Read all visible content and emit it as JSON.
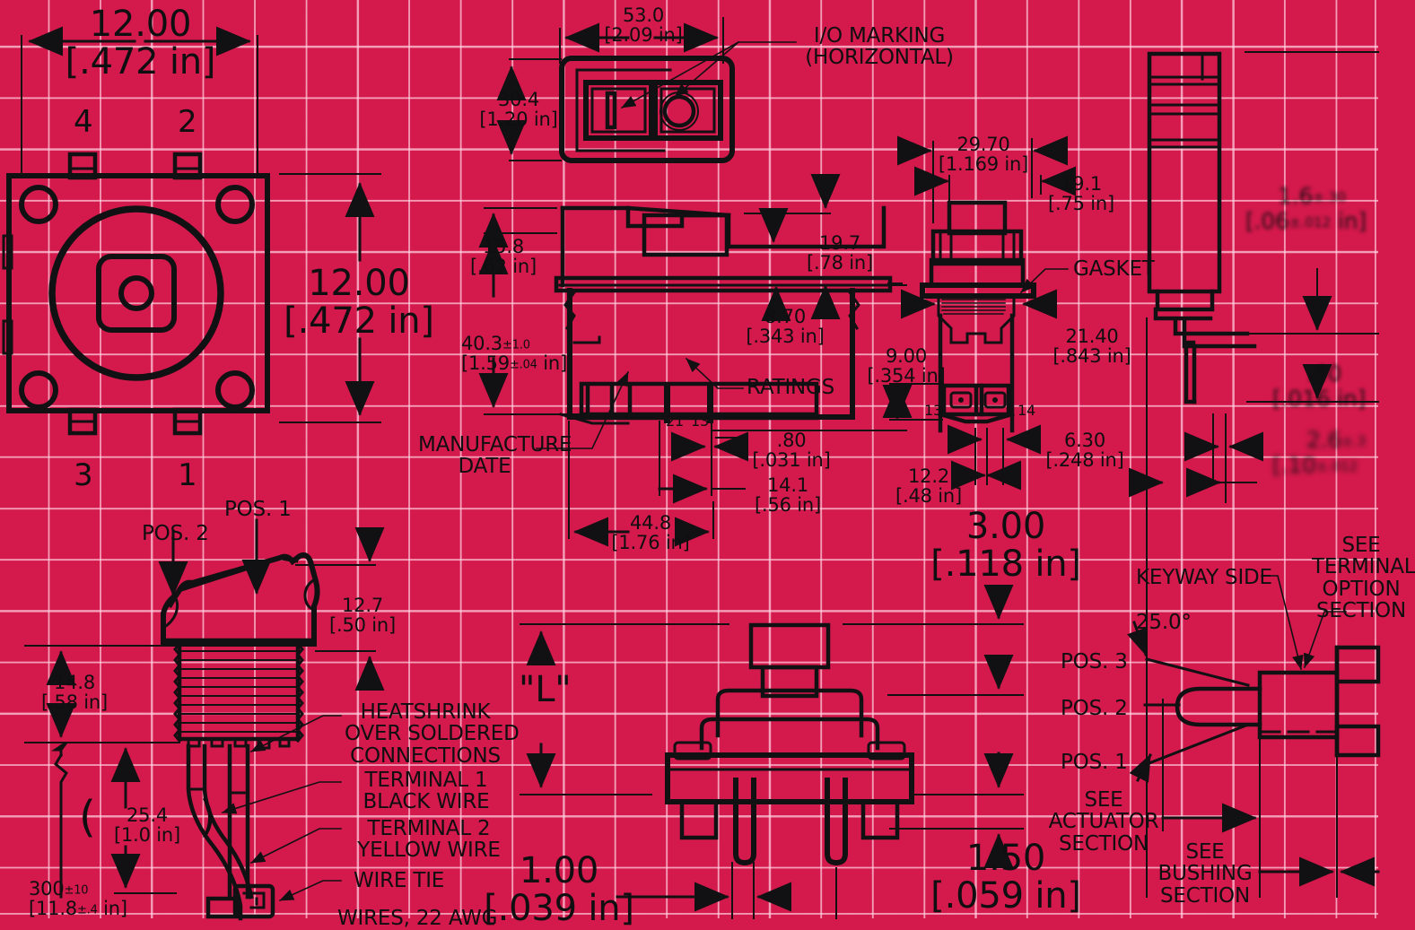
{
  "sheet": {
    "title": "Switch assembly dimensioned technical drawing",
    "background_color": "#d4194c",
    "grid_color": "#ffd2e1",
    "ink_color": "#111012",
    "units_note": "millimeters [inches]"
  },
  "views": {
    "pushbutton_top": {
      "name": "Pushbutton top view",
      "width_dim": {
        "metric": "12.00",
        "imperial": "[.472 in]"
      },
      "height_dim": {
        "metric": "12.00",
        "imperial": "[.472 in]"
      },
      "terminals": [
        "4",
        "2",
        "3",
        "1"
      ]
    },
    "rocker_face": {
      "name": "Rocker switch face view",
      "width_dim": {
        "metric": "53.0",
        "imperial": "[2.09 in]"
      },
      "height_dim": {
        "metric": "30.4",
        "imperial": "[1.20 in]"
      },
      "callout": "I/O MARKING\n(HORIZONTAL)"
    },
    "rocker_profile": {
      "name": "Rocker switch side profile",
      "dims": [
        {
          "metric": "15.8",
          "imperial": "[.62 in]"
        },
        {
          "metric": "40.3",
          "tol": "±1.0",
          "imperial": "[1.59",
          "imperial_tol": "±.04",
          "imperial_end": " in]"
        },
        {
          "metric": "19.7",
          "imperial": "[.78 in]"
        },
        {
          "metric": "8.70",
          "imperial": "[.343 in]"
        },
        {
          "metric": ".80",
          "imperial": "[.031 in]"
        },
        {
          "metric": "14.1",
          "imperial": "[.56 in]"
        },
        {
          "metric": "44.8",
          "imperial": "[1.76 in]"
        }
      ],
      "callouts": [
        "RATINGS",
        "MANUFACTURE\nDATE"
      ],
      "terminal_labels": [
        "21",
        "13"
      ]
    },
    "gasket_view": {
      "name": "Gasket / bushing front view",
      "dims": [
        {
          "metric": "29.70",
          "imperial": "[1.169 in]"
        },
        {
          "metric": "19.1",
          "imperial": "[.75 in]"
        },
        {
          "metric": "21.40",
          "imperial": "[.843 in]"
        },
        {
          "metric": "9.00",
          "imperial": "[.354 in]"
        },
        {
          "metric": "6.30",
          "imperial": "[.248 in]"
        },
        {
          "metric": "12.2",
          "imperial": "[.48 in]"
        }
      ],
      "callout": "GASKET",
      "terminal_labels": [
        "13",
        "14"
      ]
    },
    "terminal_lug": {
      "name": "Terminal lug detail",
      "dims": [
        {
          "metric": "1.6",
          "tol": "±.30",
          "imperial": "[.06",
          "imperial_tol": "±.012",
          "imperial_end": " in]"
        },
        {
          "metric": ".40",
          "imperial": "[.016 in]"
        },
        {
          "metric": "2.6",
          "tol": "±.3",
          "imperial": "[.10",
          "imperial_tol": "±.012",
          "imperial_end": ""
        }
      ]
    },
    "wired_switch": {
      "name": "Wired pushbutton assembly",
      "position_labels": [
        "POS. 1",
        "POS. 2"
      ],
      "dims": [
        {
          "metric": "12.7",
          "imperial": "[.50 in]"
        },
        {
          "metric": "14.8",
          "imperial": "[.58 in]"
        },
        {
          "metric": "25.4",
          "imperial": "[1.0 in]",
          "parenthetical": true
        },
        {
          "metric": "300",
          "tol": "±10",
          "imperial": "[11.8",
          "imperial_tol": "±.4",
          "imperial_end": " in]"
        }
      ],
      "callouts": [
        "HEATSHRINK\nOVER SOLDERED\nCONNECTIONS",
        "TERMINAL 1\nBLACK WIRE",
        "TERMINAL 2\nYELLOW WIRE",
        "WIRE TIE",
        "WIRES, 22 AWG"
      ]
    },
    "pcb_switch": {
      "name": "PCB mount switch side view",
      "length_symbol": "\"L\"",
      "dims": [
        {
          "metric": "3.00",
          "imperial": "[.118 in]"
        },
        {
          "metric": "1.50",
          "imperial": "[.059 in]"
        },
        {
          "metric": "1.00",
          "imperial": "[.039 in]"
        }
      ]
    },
    "toggle_actuator": {
      "name": "Toggle actuator positions view",
      "angle": "25.0°",
      "position_labels": [
        "POS. 3",
        "POS. 2",
        "POS. 1"
      ],
      "callouts": [
        "KEYWAY SIDE",
        "SEE\nTERMINAL\nOPTION\nSECTION",
        "SEE\nACTUATOR\nSECTION",
        "SEE\nBUSHING\nSECTION"
      ]
    }
  }
}
